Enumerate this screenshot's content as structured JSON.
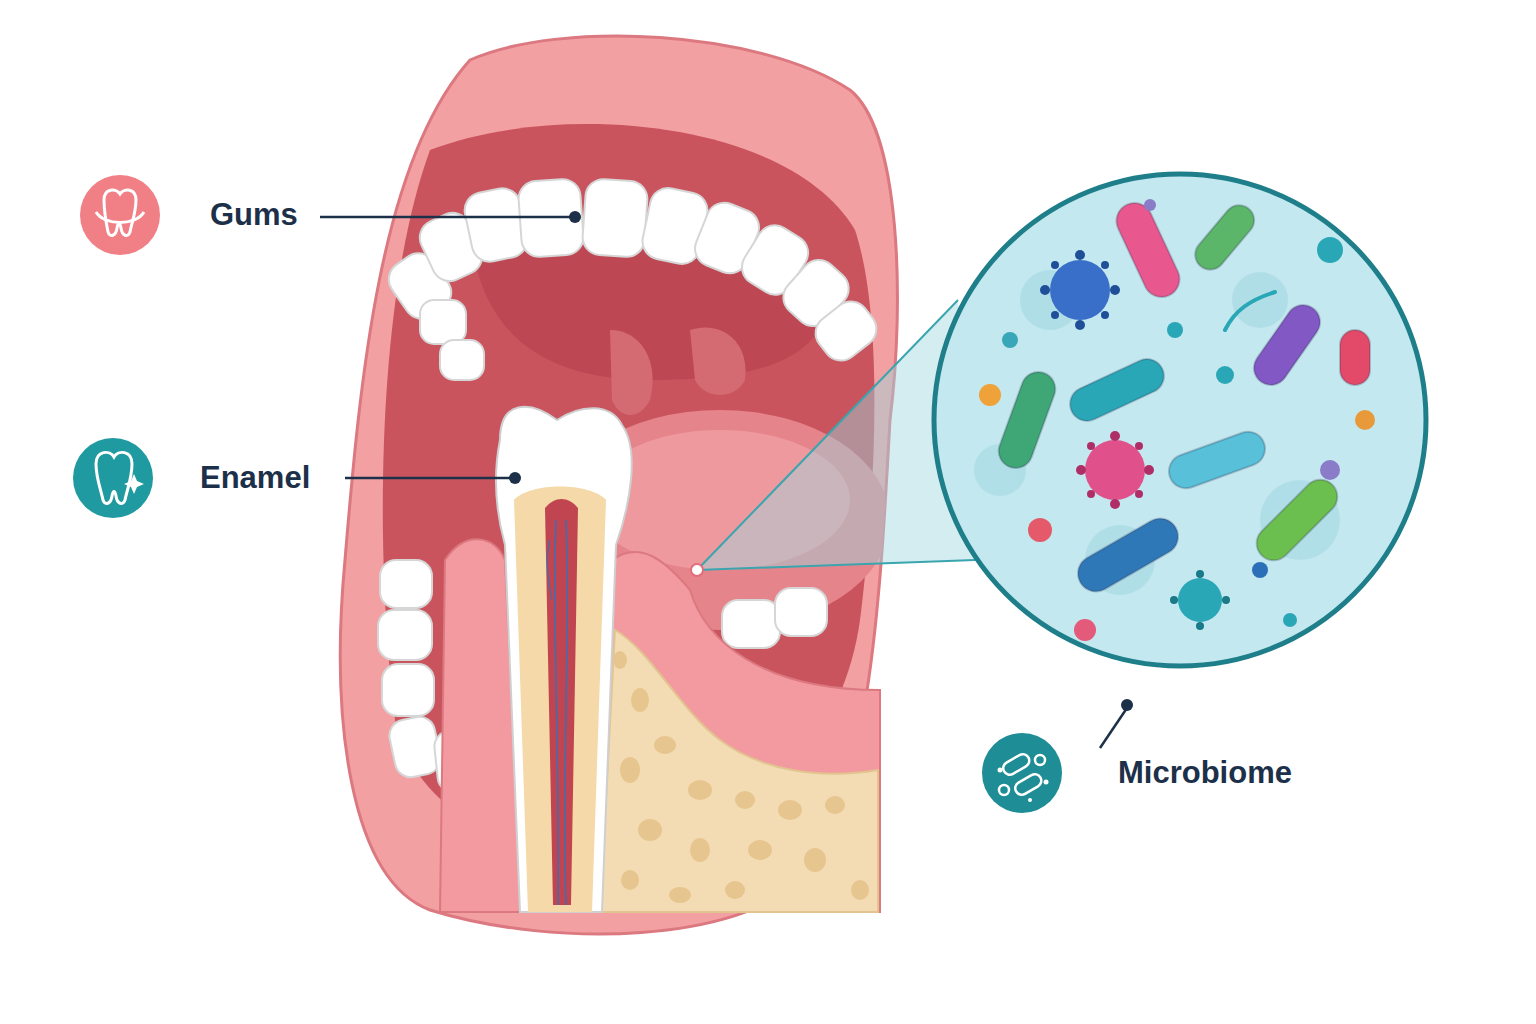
{
  "diagram": {
    "labels": [
      "Gums",
      "Enamel",
      "Microbiome"
    ]
  }
}
